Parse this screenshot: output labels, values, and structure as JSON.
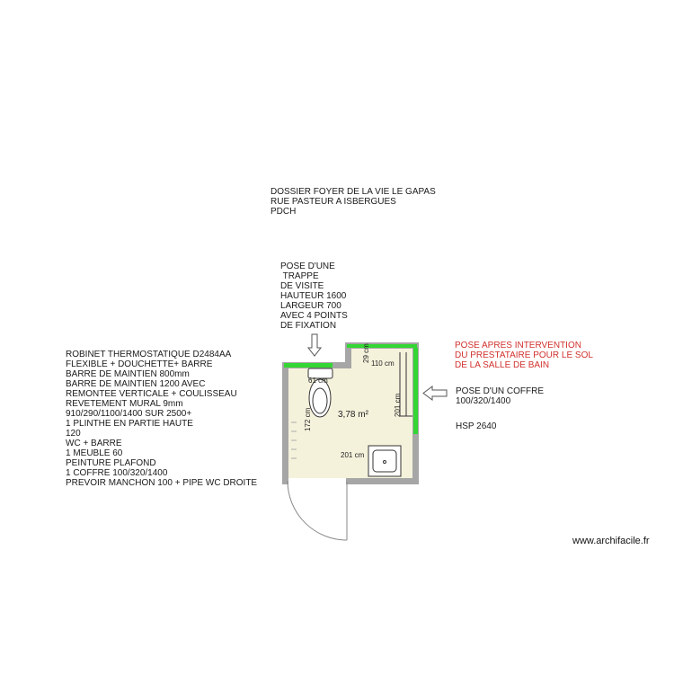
{
  "header_note": "DOSSIER FOYER DE LA VIE LE GAPAS\nRUE PASTEUR A ISBERGUES\nPDCH",
  "trappe_note": "POSE D'UNE\n TRAPPE\nDE VISITE\nHAUTEUR 1600\nLARGEUR 700\nAVEC 4 POINTS\nDE FIXATION",
  "works_note": "ROBINET THERMOSTATIQUE D2484AA\nFLEXIBLE + DOUCHETTE+ BARRE\nBARRE DE MAINTIEN 800mm\nBARRE DE MAINTIEN 1200 AVEC\nREMONTEE VERTICALE + COULISSEAU\nREVETEMENT MURAL 9mm\n910/290/1100/1400 SUR 2500+\n1 PLINTHE EN PARTIE HAUTE\n120\nWC + BARRE\n1 MEUBLE 60\nPEINTURE PLAFOND\n1 COFFRE 100/320/1400\nPREVOIR MANCHON 100 + PIPE WC DROITE",
  "red_note": "POSE APRES INTERVENTION\nDU PRESTATAIRE POUR LE SOL\nDE LA SALLE DE BAIN",
  "coffre_note": "POSE D'UN COFFRE\n100/320/1400",
  "hsp_note": "HSP 2640",
  "room": {
    "area": "3,78 m²",
    "dim_top_vertical": "29 cm",
    "dim_top_horizontal": "110 cm",
    "dim_right_vertical": "201 cm",
    "dim_left_vertical": "172 cm",
    "dim_bottom_horizontal": "201 cm",
    "dim_wc": "61 cm"
  },
  "watermark": "www.archifacile.fr",
  "colors": {
    "wall": "#a6a6a6",
    "floor": "#f5f2dc",
    "highlight": "#33d633",
    "red_text": "#d0312d"
  }
}
